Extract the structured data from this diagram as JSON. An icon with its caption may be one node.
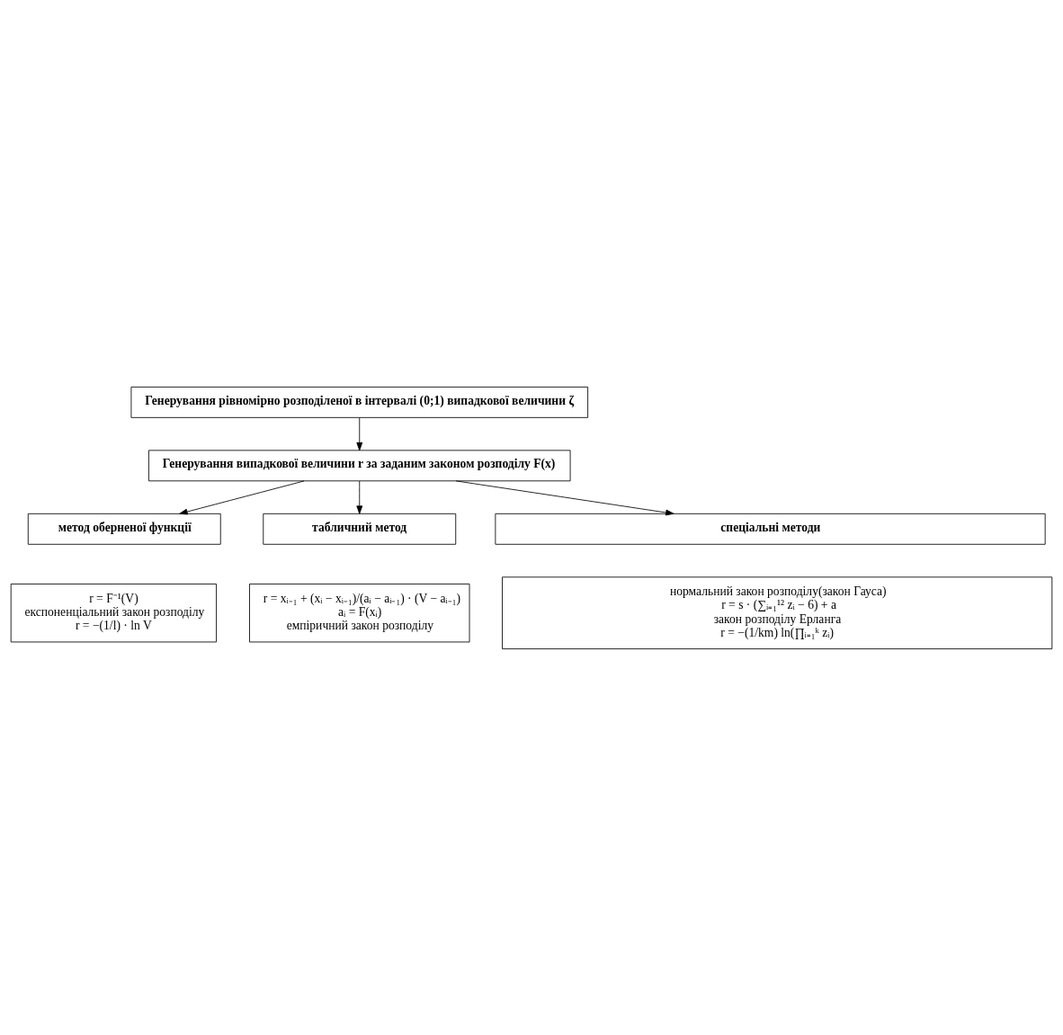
{
  "diagram": {
    "nodes": [
      {
        "text": [
          "Генерування рівномірно розподіленої в інтервалі (0;1) випадкової величини ζ"
        ]
      },
      {
        "text": [
          "Генерування випадкової величини r за заданим законом розподілу F(x)"
        ]
      },
      {
        "text": [
          "метод оберненої функції"
        ]
      },
      {
        "text": [
          "r = F⁻¹(V)",
          "експоненціальний закон розподілу",
          "r = −(1/l) · ln V"
        ]
      },
      {
        "text": [
          "табличний метод"
        ]
      },
      {
        "text": [
          "r = xᵢ₋₁ + (xᵢ − xᵢ₋₁)/(aᵢ − aᵢ₋₁) · (V − aᵢ₋₁)",
          "aᵢ = F(xᵢ)",
          "емпіричний закон розподілу"
        ]
      },
      {
        "text": [
          "спеціальні методи"
        ]
      },
      {
        "text": [
          "нормальний закон розподілу(закон Гауса)",
          "r = s · (∑ᵢ₌₁¹² zᵢ − 6) + a",
          "закон розподілу Ерланга",
          "r = −(1/km) ln(∏ᵢ₌₁ᵏ zᵢ)"
        ]
      }
    ],
    "edges": [
      {
        "from": 0,
        "to": 1,
        "arrow": "to"
      },
      {
        "from": 1,
        "to": 2,
        "arrow": "to"
      },
      {
        "from": 1,
        "to": 4,
        "arrow": "to"
      },
      {
        "from": 1,
        "to": 6,
        "arrow": "to"
      }
    ]
  }
}
